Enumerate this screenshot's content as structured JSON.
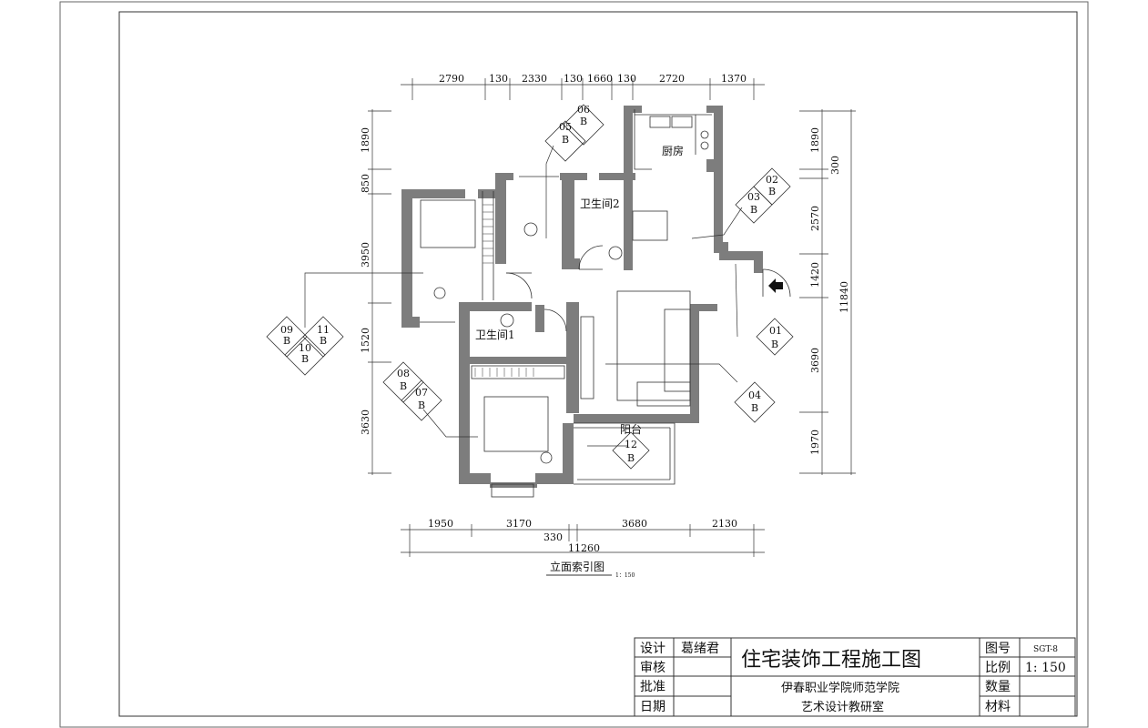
{
  "dims": {
    "top": [
      "2790",
      "130",
      "2330",
      "130",
      "1660",
      "130",
      "2720",
      "1370"
    ],
    "bottom": [
      "1950",
      "3170",
      "3680",
      "2130"
    ],
    "bottom_gap": "330",
    "total_width": "11260",
    "left": [
      "1890",
      "850",
      "3950",
      "1520",
      "3630"
    ],
    "right": [
      "1890",
      "300",
      "2570",
      "1420",
      "3690",
      "1970"
    ],
    "total_height": "11840"
  },
  "rooms": {
    "kitchen": "厨房",
    "bath2": "卫生间2",
    "bath1": "卫生间1",
    "balcony": "阳台"
  },
  "markers": {
    "m0506": [
      "06",
      "05",
      "B",
      "B"
    ],
    "m0203": [
      "02",
      "03",
      "B",
      "B"
    ],
    "m091011": [
      "09",
      "11",
      "10",
      "B",
      "B",
      "B"
    ],
    "m01": [
      "01",
      "B"
    ],
    "m0807": [
      "08",
      "07",
      "B",
      "B"
    ],
    "m04": [
      "04",
      "B"
    ],
    "m12": [
      "12",
      "B"
    ]
  },
  "drawing": {
    "title": "立面索引图",
    "scale_note": "1：150"
  },
  "title_block": {
    "design_label": "设计",
    "designer": "葛绪君",
    "review_label": "审核",
    "approve_label": "批准",
    "date_label": "日期",
    "project_title": "住宅装饰工程施工图",
    "school": "伊春职业学院师范学院",
    "dept": "艺术设计教研室",
    "drawing_no_label": "图号",
    "drawing_no": "SGT-8",
    "scale_label": "比例",
    "scale": "1: 150",
    "qty_label": "数量",
    "material_label": "材料"
  }
}
